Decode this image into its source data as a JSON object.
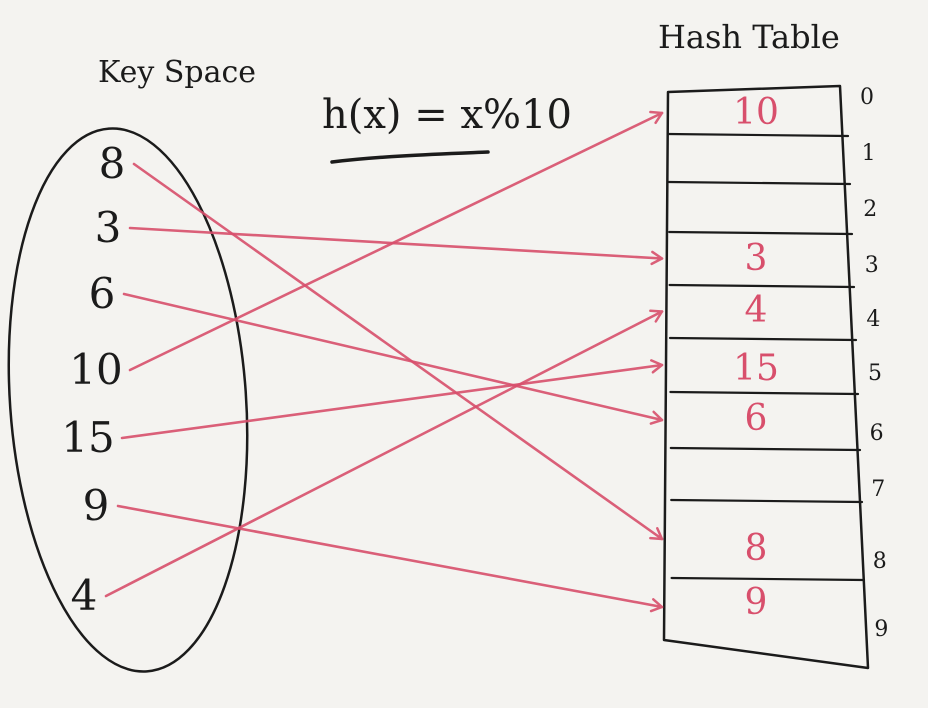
{
  "labels": {
    "key_space": "Key Space",
    "hash_table": "Hash Table",
    "hash_function": "h(x) = x%10"
  },
  "keys": [
    "8",
    "3",
    "6",
    "10",
    "15",
    "9",
    "4"
  ],
  "slot_indices": [
    "0",
    "1",
    "2",
    "3",
    "4",
    "5",
    "6",
    "7",
    "8",
    "9"
  ],
  "slot_values": [
    "10",
    "",
    "",
    "3",
    "4",
    "15",
    "6",
    "",
    "8",
    "9"
  ],
  "mappings": [
    {
      "key": "8",
      "slot": "8"
    },
    {
      "key": "3",
      "slot": "3"
    },
    {
      "key": "6",
      "slot": "6"
    },
    {
      "key": "10",
      "slot": "0"
    },
    {
      "key": "15",
      "slot": "5"
    },
    {
      "key": "9",
      "slot": "9"
    },
    {
      "key": "4",
      "slot": "4"
    }
  ],
  "colors": {
    "board": "#f4f3f0",
    "ink": "#1b1b1b",
    "marker_red": "#d84f6c"
  }
}
